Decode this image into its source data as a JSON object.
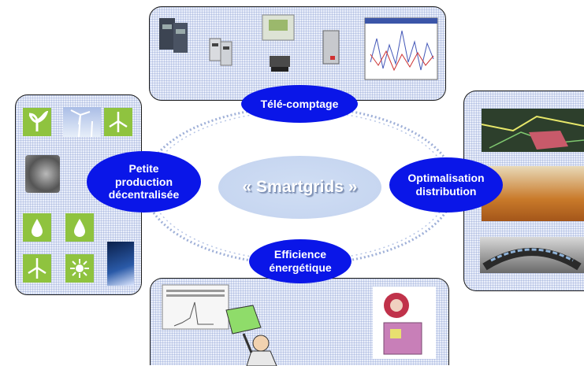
{
  "center_label": "« Smartgrids »",
  "nodes": {
    "tele": "Télé-comptage",
    "petite": [
      "Petite",
      "production",
      "décentralisée"
    ],
    "optim": [
      "Optimalisation",
      "distribution"
    ],
    "effic": [
      "Efficience",
      "énergétique"
    ]
  },
  "colors": {
    "bubble": "#0a16e8",
    "panel": "#e9eefa",
    "tile": "#8fc33f",
    "ring": "#9fb0d8"
  },
  "icons": {
    "top": [
      "meter-icon",
      "meter-icon",
      "control-panel-icon",
      "device-icon",
      "server-icon",
      "graph-window-icon"
    ],
    "left": [
      "plant-icon",
      "wind-turbines-photo",
      "turbine-icon",
      "turbine-machine-photo",
      "drop-icon",
      "drop-icon",
      "turbine-icon",
      "sun-icon",
      "solar-panel-photo"
    ],
    "right": [
      "network-map-photo",
      "electrical-room-photo",
      "control-room-photo"
    ],
    "bottom": [
      "chart-window-icon",
      "presenter-icon",
      "home-energy-icon"
    ]
  }
}
